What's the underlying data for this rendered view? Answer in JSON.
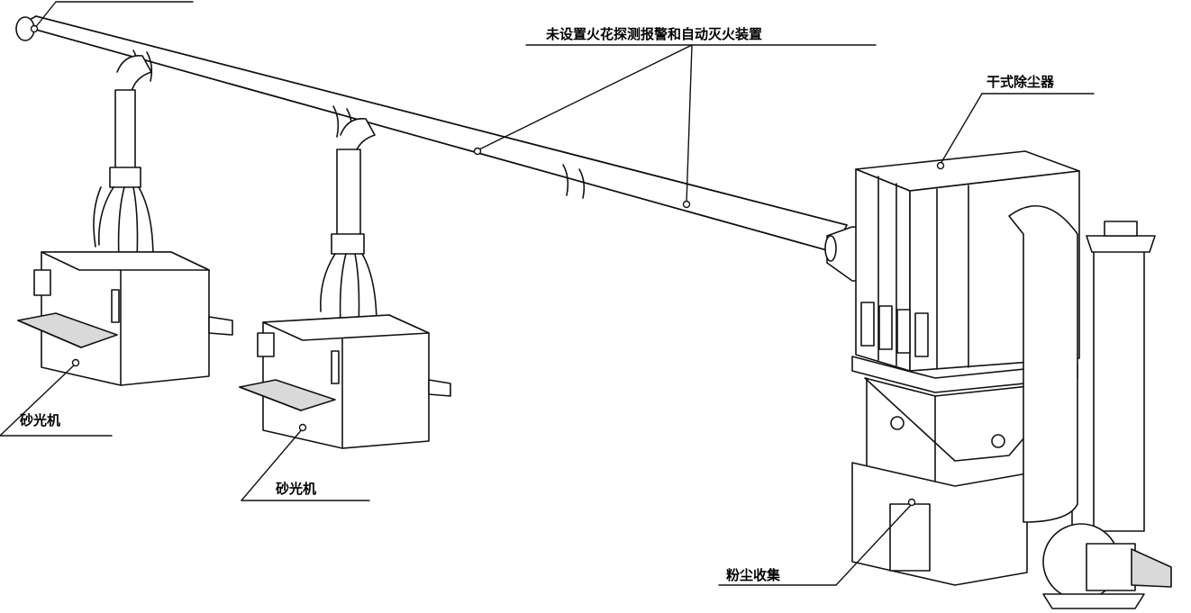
{
  "labels": {
    "spark_alarm": "未设置火花探测报警和自动灭火装置",
    "dry_dust_collector": "干式除尘器",
    "sander_1": "砂光机",
    "sander_2": "砂光机",
    "dust_collection": "粉尘收集"
  },
  "colors": {
    "line": "#111111",
    "fill": "#ffffff",
    "shade": "#d9d9d9"
  }
}
